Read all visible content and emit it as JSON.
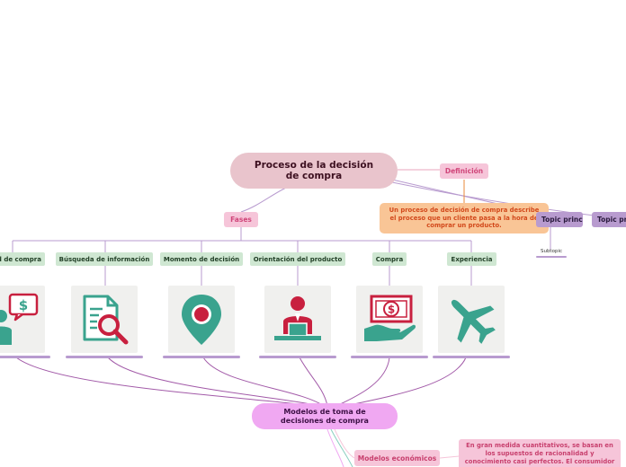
{
  "root": {
    "title": "Proceso de la decisión de compra"
  },
  "definition": {
    "label": "Definición",
    "text": "Un proceso de decisión de compra  describe el proceso que un cliente pasa a la hora de comprar un producto."
  },
  "topics": [
    {
      "label": "Topic principal",
      "subtopic": "Subtopic"
    },
    {
      "label": "Topic principal"
    }
  ],
  "phases": {
    "label": "Fases",
    "items": [
      {
        "label": "Reconocimiento de la necesidad de compra",
        "icon": "money-message-icon"
      },
      {
        "label": "Búsqueda de información",
        "icon": "document-search-icon"
      },
      {
        "label": "Momento de decisión",
        "icon": "location-pin-icon"
      },
      {
        "label": "Orientación del producto",
        "icon": "person-at-desk-icon"
      },
      {
        "label": "Compra",
        "icon": "hand-money-icon"
      },
      {
        "label": "Experiencia",
        "icon": "airplane-icon"
      }
    ]
  },
  "models": {
    "title": "Modelos de toma de decisiones de compra",
    "economic": {
      "label": "Modelos económicos",
      "text": "En gran medida cuantitativos, se basan en los supuestos de racionalidad y conocimiento casi perfectos. El consumidor"
    }
  },
  "colors": {
    "root": "#e9c4cc",
    "definition": "#f6c5d9",
    "definition_text": "#f9c596",
    "topic": "#b89bcf",
    "phase": "#cfe7d2",
    "icon_green": "#3aa38e",
    "icon_red": "#c8203f",
    "models": "#f0a8f2"
  }
}
